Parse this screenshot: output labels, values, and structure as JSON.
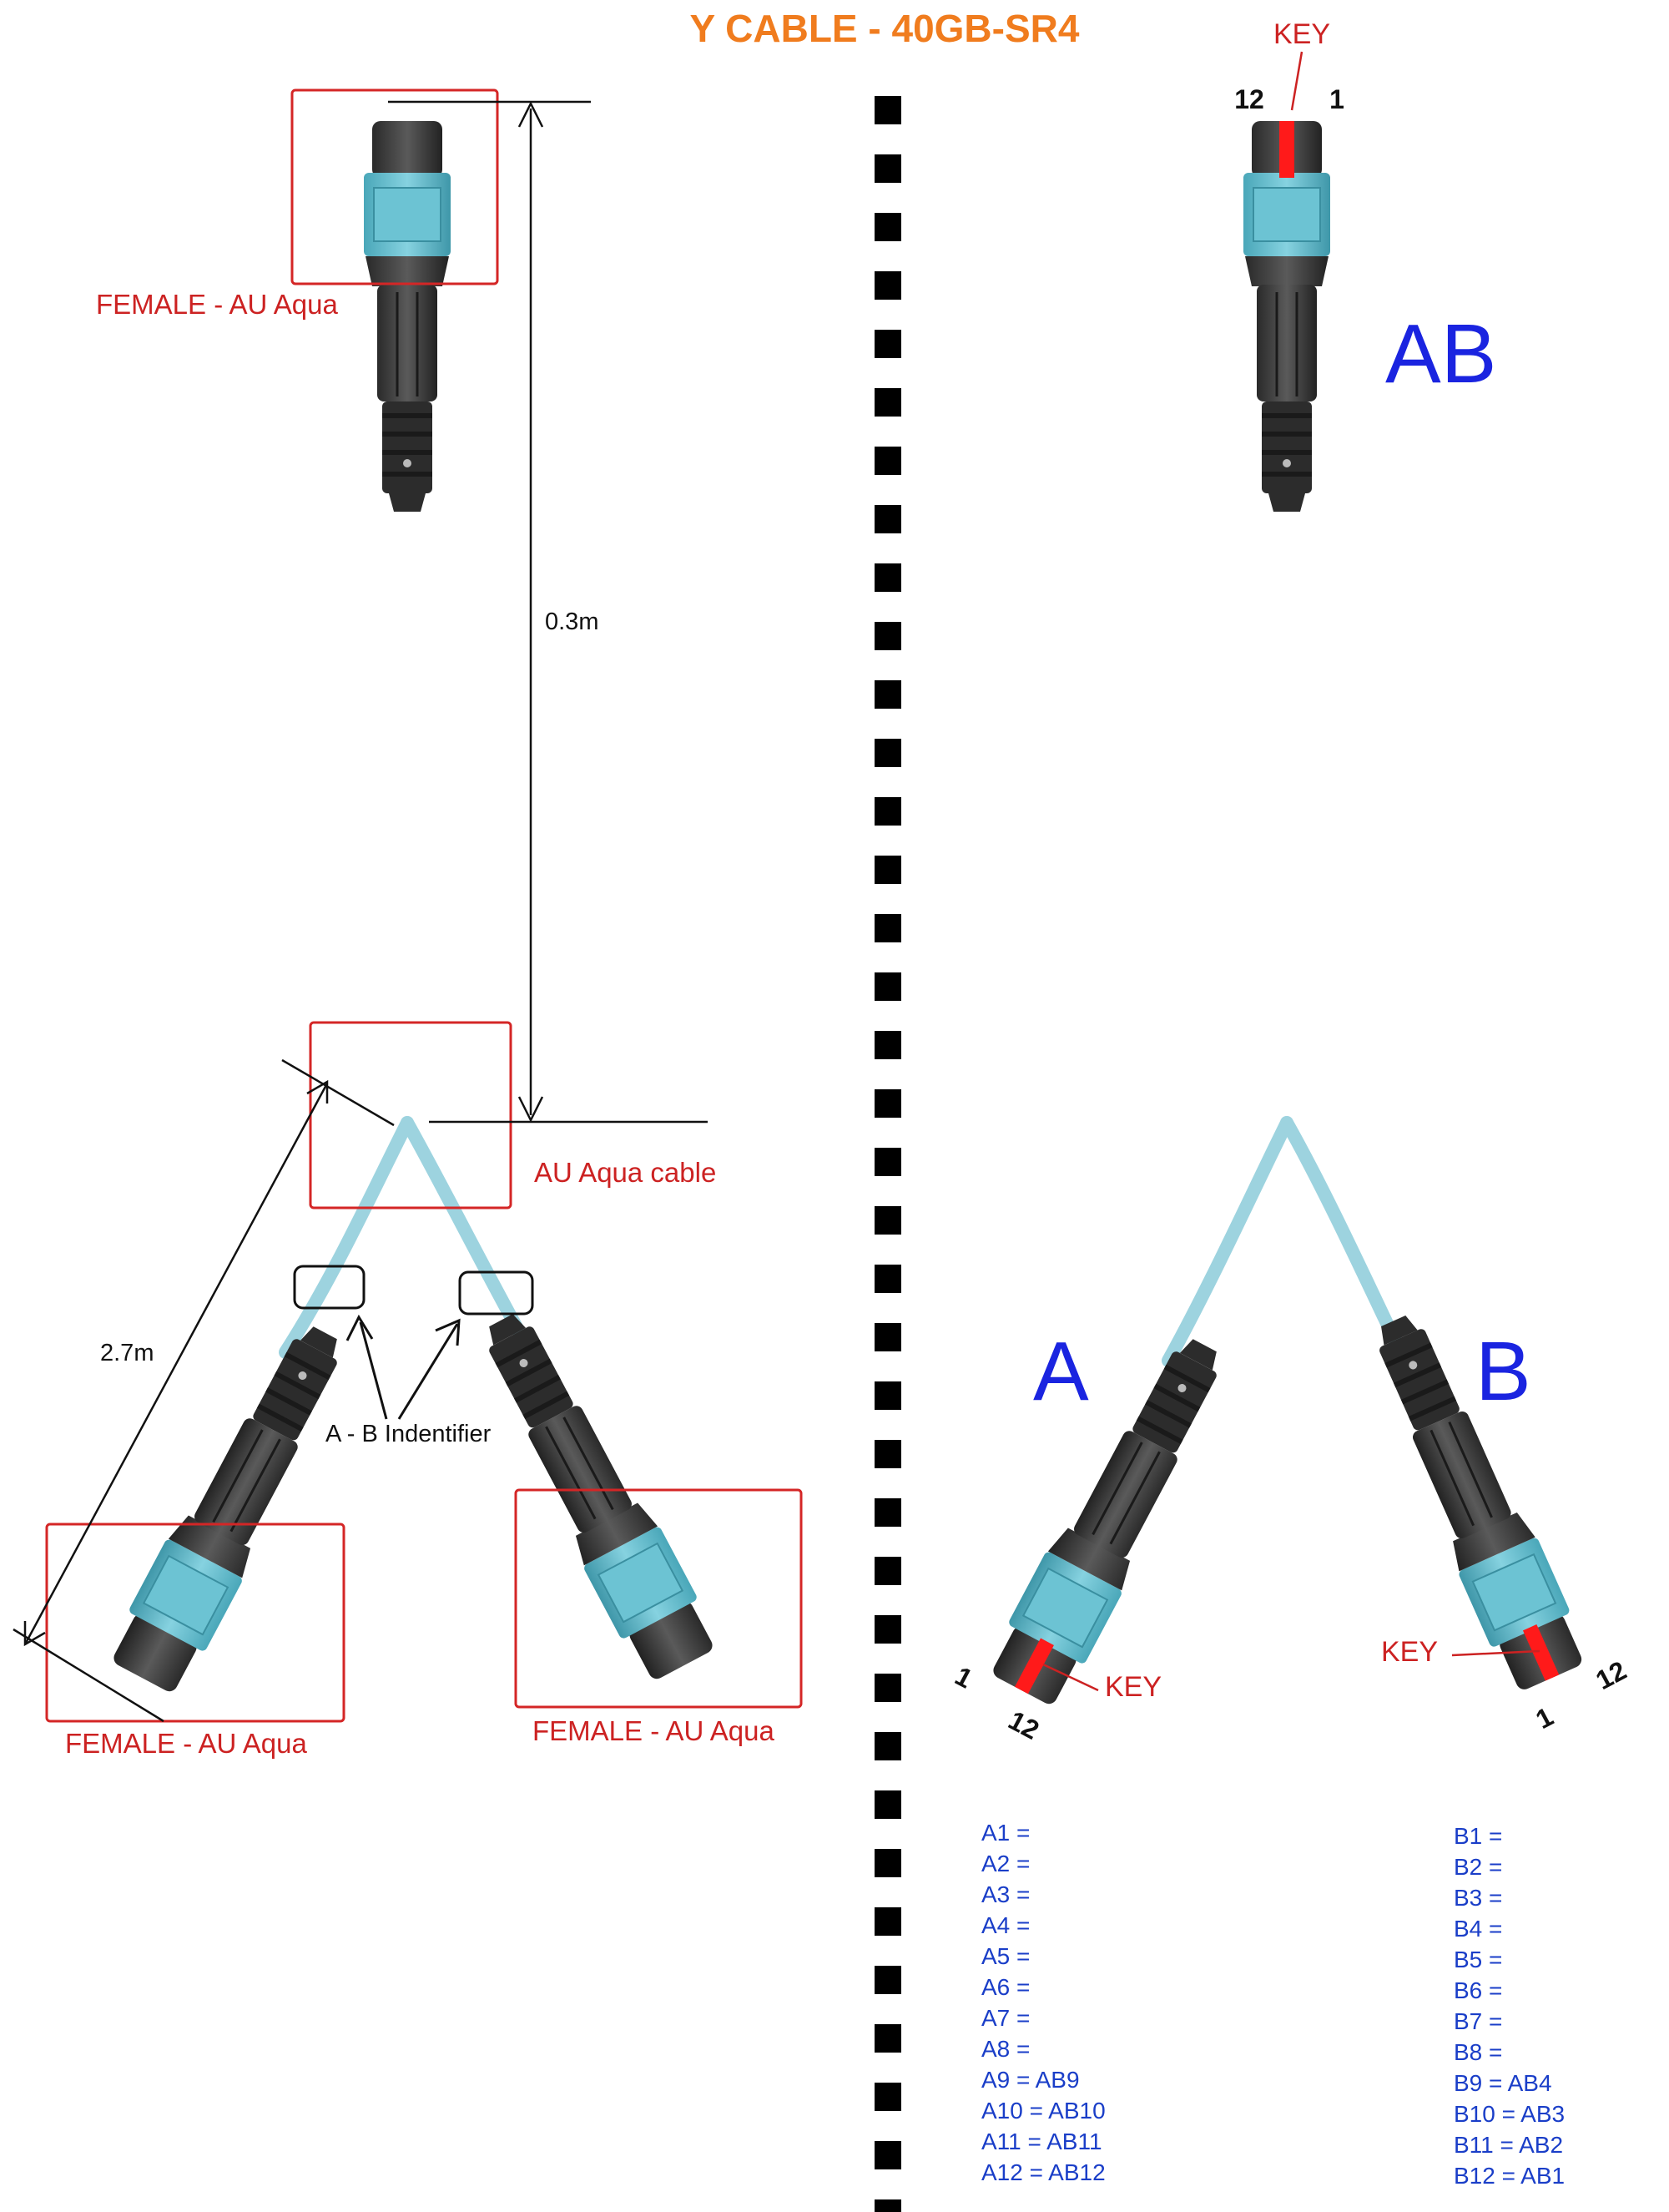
{
  "title": "Y CABLE - 40GB-SR4",
  "left": {
    "connector_labels": [
      "FEMALE - AU Aqua",
      "FEMALE - AU Aqua",
      "FEMALE - AU Aqua"
    ],
    "cable_label": "AU Aqua cable",
    "length_top": "0.3m",
    "length_legs": "2.7m",
    "identifier_label": "A - B Indentifier"
  },
  "right": {
    "key_label": "KEY",
    "top_pin_left": "12",
    "top_pin_right": "1",
    "trunk_label": "AB",
    "leg_a_label": "A",
    "leg_b_label": "B",
    "a_pin_left": "1",
    "a_pin_right": "12",
    "b_pin_left": "1",
    "b_pin_right": "12"
  },
  "mapping": {
    "a": [
      "A1 =",
      "A2 =",
      "A3 =",
      "A4 =",
      "A5 =",
      "A6 =",
      "A7 =",
      "A8 =",
      "A9 = AB9",
      "A10 = AB10",
      "A11 = AB11",
      "A12 = AB12"
    ],
    "b": [
      "B1 =",
      "B2 =",
      "B3 =",
      "B4 =",
      "B5 =",
      "B6 =",
      "B7 =",
      "B8 =",
      "B9 = AB4",
      "B10 = AB3",
      "B11 = AB2",
      "B12 = AB1"
    ]
  },
  "colors": {
    "title": "#f07c1e",
    "cable": "#9dd3df",
    "boot_aqua": "#5fb6c8",
    "connector_body": "#3a3a3a",
    "key": "#ff1a1a",
    "annotation_red": "#cc2222",
    "text_blue": "#1a24e0"
  }
}
